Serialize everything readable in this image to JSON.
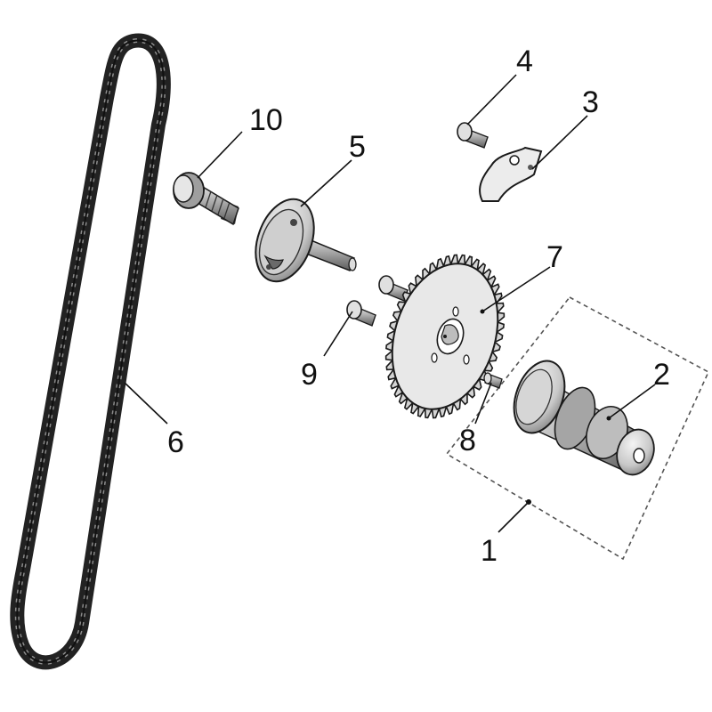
{
  "callouts": [
    {
      "id": "1",
      "label": "1"
    },
    {
      "id": "2",
      "label": "2"
    },
    {
      "id": "3",
      "label": "3"
    },
    {
      "id": "4",
      "label": "4"
    },
    {
      "id": "5",
      "label": "5"
    },
    {
      "id": "6",
      "label": "6"
    },
    {
      "id": "7",
      "label": "7"
    },
    {
      "id": "8",
      "label": "8"
    },
    {
      "id": "9",
      "label": "9"
    },
    {
      "id": "10",
      "label": "10"
    }
  ],
  "colors": {
    "ink": "#1a1a1a",
    "metal_light": "#dcdcdc",
    "metal_mid": "#9a9a9a",
    "metal_dark": "#4a4a4a",
    "background": "#ffffff"
  },
  "parts": {
    "cam_chain": "chain-icon",
    "camshaft_assembly": "camshaft-icon",
    "cam_sprocket": "gear-icon",
    "decompressor_plate": "plate-icon",
    "bolts": "bolt-icon",
    "dowel_pin": "pin-icon",
    "shaft_holder": "shaft-icon"
  }
}
